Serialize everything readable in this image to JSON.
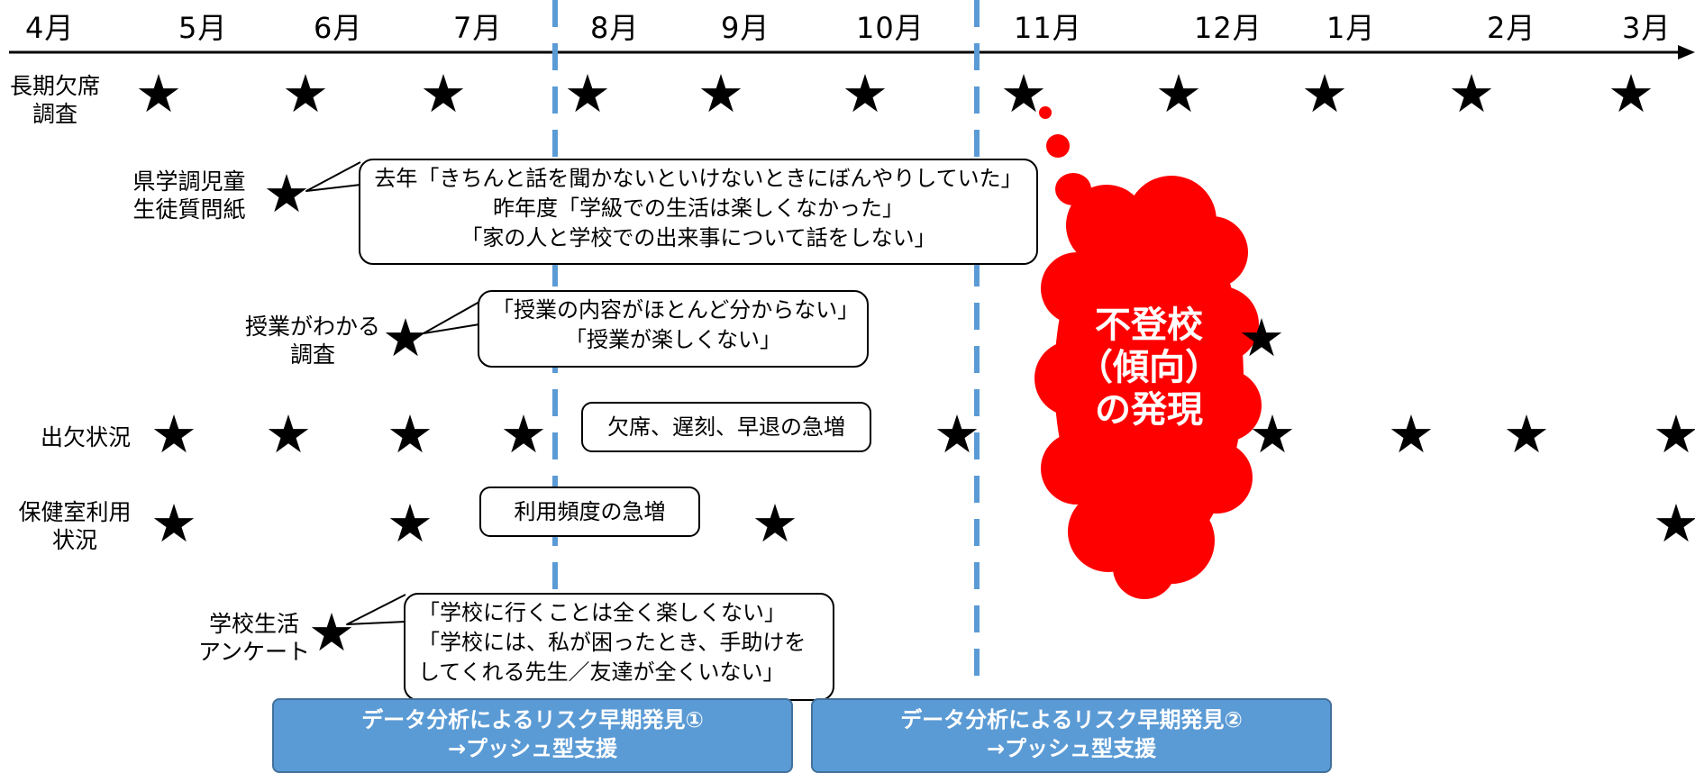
{
  "months": [
    "4月",
    "5月",
    "6月",
    "7月",
    "8月",
    "9月",
    "10月",
    "11月",
    "12月",
    "1月",
    "2月",
    "3月"
  ],
  "rows": {
    "long_absence": [
      "長期欠席",
      "調査"
    ],
    "pref_survey": [
      "県学調児童",
      "生徒質問紙"
    ],
    "class_survey": [
      "授業がわかる",
      "調査"
    ],
    "attendance": [
      "出欠状況"
    ],
    "health_room": [
      "保健室利用",
      "状況"
    ],
    "school_life": [
      "学校生活",
      "アンケート"
    ]
  },
  "callouts": {
    "pref": [
      "去年「きちんと話を聞かないといけないときにぼんやりしていた」",
      "昨年度「学級での生活は楽しくなかった」",
      "「家の人と学校での出来事について話をしない」"
    ],
    "class": [
      "「授業の内容がほとんど分からない」",
      "「授業が楽しくない」"
    ],
    "attendance": [
      "欠席、遅刻、早退の急増"
    ],
    "health": [
      "利用頻度の急増"
    ],
    "school": [
      "「学校に行くことは全く楽しくない」",
      "「学校には、私が困ったとき、手助けを",
      "してくれる先生／友達が全くいない」"
    ]
  },
  "cloud_lines": [
    "不登校",
    "（傾向）",
    "の発現"
  ],
  "boxes": {
    "first": [
      "データ分析によるリスク早期発見①",
      "→プッシュ型支援"
    ],
    "second": [
      "データ分析によるリスク早期発見②",
      "→プッシュ型支援"
    ]
  },
  "colors": {
    "cloud": "#ff0000",
    "divider": "#5b9bd5",
    "box": "#5b9bd5"
  }
}
